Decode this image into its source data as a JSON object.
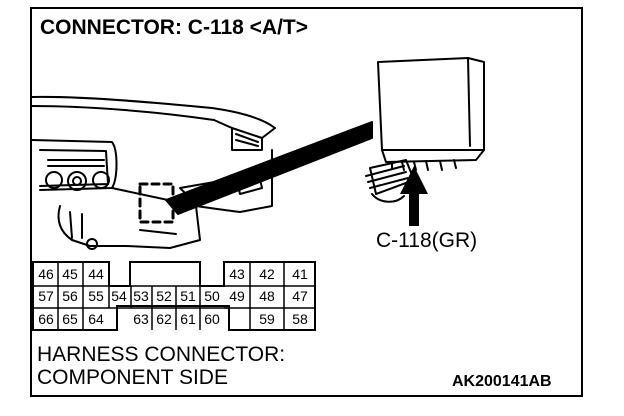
{
  "diagram": {
    "title": "CONNECTOR: C-118 <A/T>",
    "connector_callout": "C-118(GR)",
    "harness_label_line1": "HARNESS CONNECTOR:",
    "harness_label_line2": "COMPONENT SIDE",
    "figure_code": "AK200141AB"
  },
  "pins": {
    "left_top": [
      "46",
      "45",
      "44"
    ],
    "left_mid": [
      "57",
      "56",
      "55",
      "54"
    ],
    "left_bottom": [
      "66",
      "65",
      "64"
    ],
    "center_mid": [
      "53",
      "52",
      "51",
      "50"
    ],
    "center_bottom": [
      "63",
      "62",
      "61",
      "60"
    ],
    "right_top": [
      "43",
      "42",
      "41"
    ],
    "right_mid": [
      "49",
      "48",
      "47"
    ],
    "right_bottom": [
      "59",
      "58"
    ]
  }
}
